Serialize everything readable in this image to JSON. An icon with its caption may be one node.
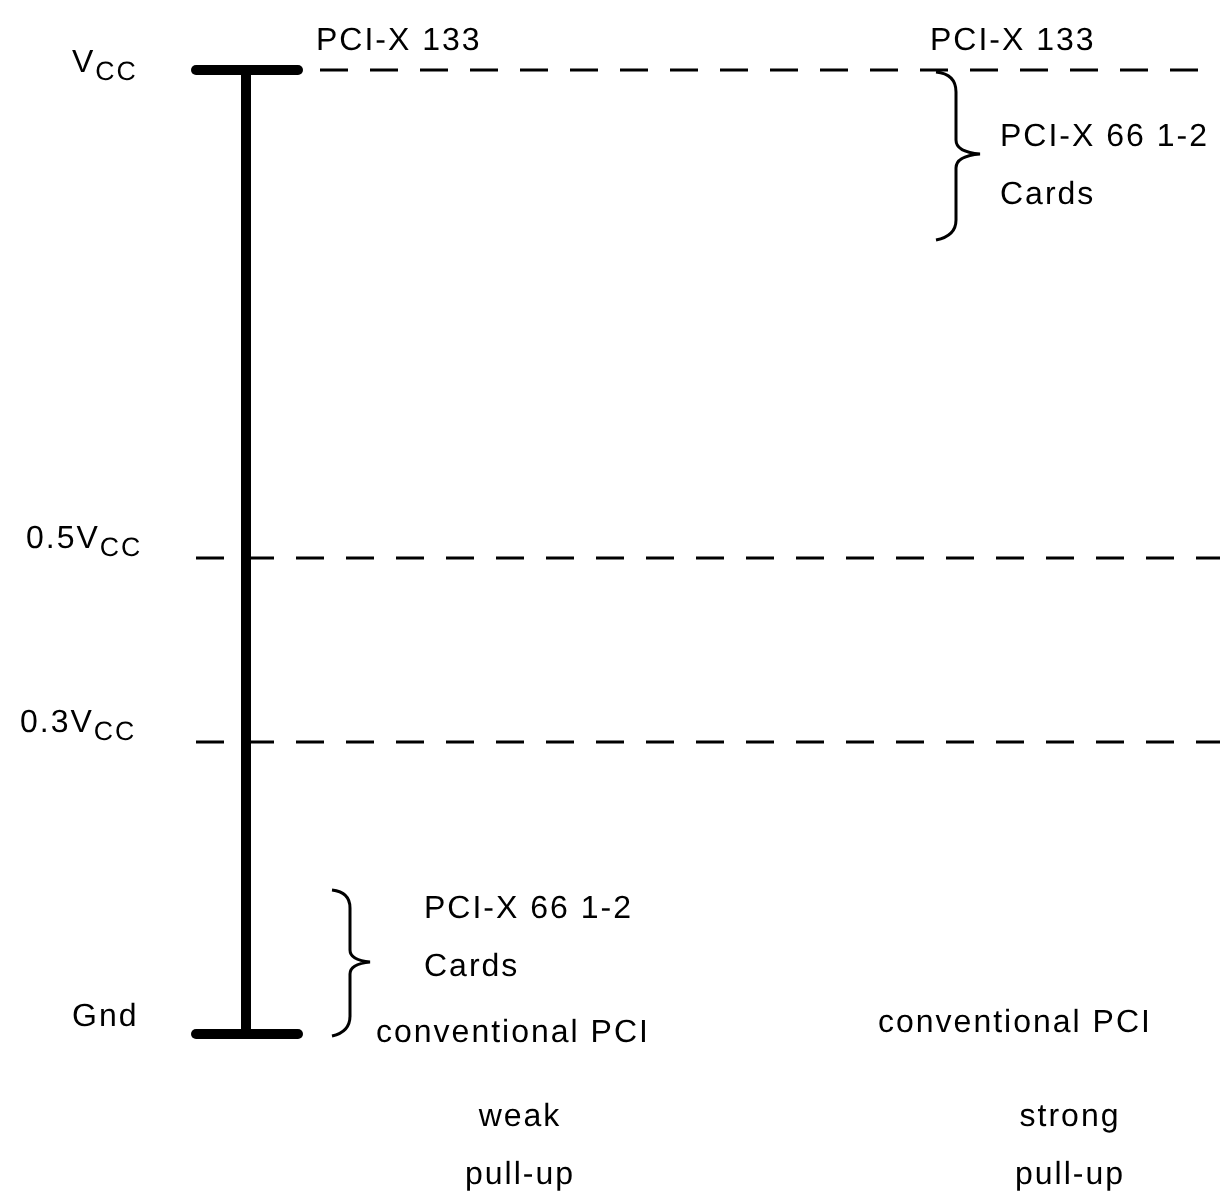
{
  "diagram": {
    "labels": [
      "V$_{CC}$",
      "PCI-X 133",
      "PCI-X 133",
      "PCI-X 66 1-2 Cards",
      "0.5V$_{CC}$",
      "0.3V$_{CC}$",
      "PCI-X 66 1-2 Cards",
      "Gnd",
      "conventional PCI",
      "conventional PCI",
      "weak pull-up",
      "strong pull-up"
    ]
  }
}
